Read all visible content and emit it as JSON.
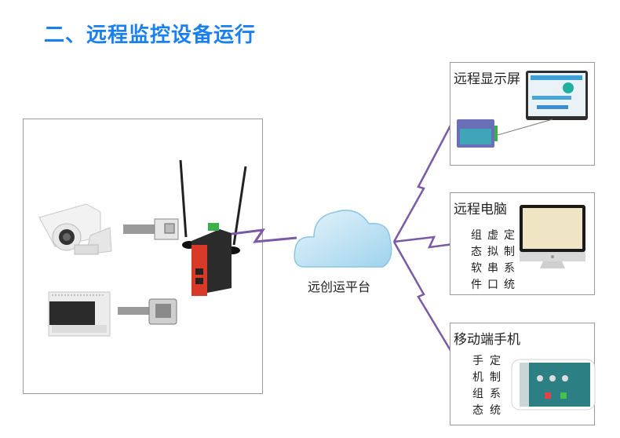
{
  "title": "二、远程监控设备运行",
  "cloud": {
    "label": "远创运平台"
  },
  "targets": [
    {
      "title": "远程显示屏"
    },
    {
      "title": "远程电脑",
      "columns": [
        "组态软件",
        "虚拟串口",
        "定制系统"
      ]
    },
    {
      "title": "移动端手机",
      "columns": [
        "手机组态",
        "定制系统"
      ]
    }
  ],
  "colors": {
    "title": "#1a7ff0",
    "link": "#7a5aa6",
    "router_red": "#d83a2a"
  }
}
